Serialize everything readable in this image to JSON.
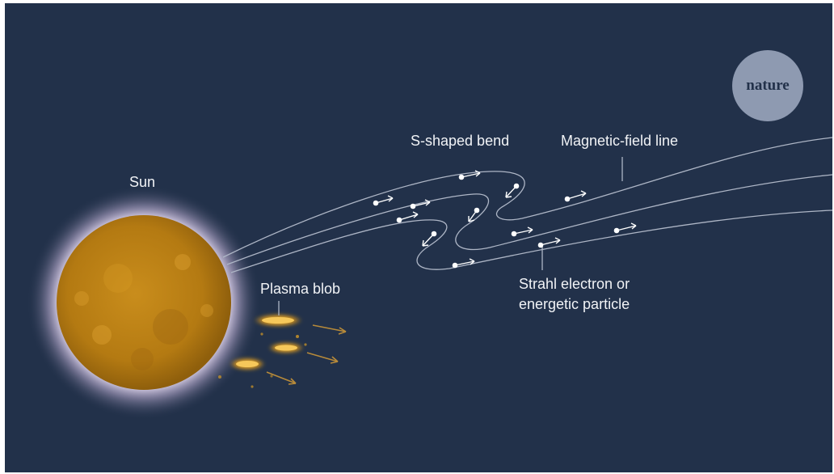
{
  "figure": {
    "labels": {
      "sun": "Sun",
      "plasma_blob": "Plasma blob",
      "s_shaped_bend": "S-shaped bend",
      "magnetic_field_line": "Magnetic-field line",
      "strahl_line1": "Strahl electron or",
      "strahl_line2": "energetic particle"
    },
    "logo_text": "nature",
    "colors": {
      "background": "#22314a",
      "field_line": "#aeb6c6",
      "sun": "#c98a17",
      "plasma": "#e3a320",
      "arrow": "#b78a3a",
      "particle": "#ffffff",
      "logo": "#8e9ab1"
    }
  }
}
